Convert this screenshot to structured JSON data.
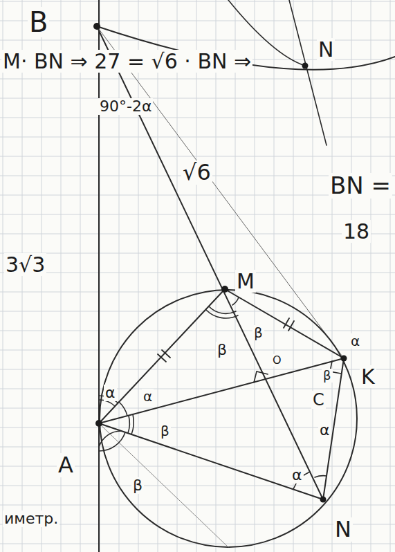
{
  "diagram": {
    "labels": [
      "B",
      "M· BN ⇒ 27 = √6 · BN ⇒",
      "N",
      "90°-2α",
      "√6",
      "BN =",
      "18",
      "3√3",
      "M",
      "O",
      "α",
      "α",
      "β",
      "β",
      "β",
      "β",
      "α",
      "β",
      "C",
      "K",
      "α",
      "α",
      "A",
      "N",
      "иметр."
    ]
  }
}
